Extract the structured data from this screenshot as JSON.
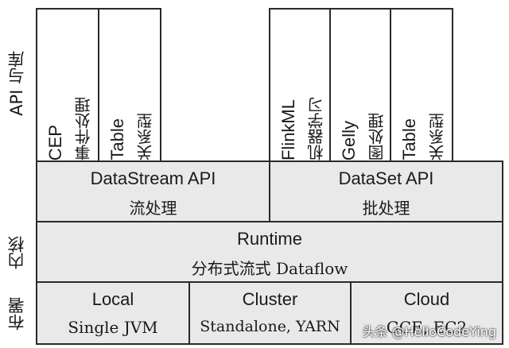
{
  "side_labels": {
    "api": "API 与库",
    "core": "内核",
    "deploy": "布署"
  },
  "libraries": {
    "cep": {
      "en": "CEP",
      "zh": "事件处理"
    },
    "table1": {
      "en": "Table",
      "zh": "关系型"
    },
    "flinkml": {
      "en": "FlinkML",
      "zh": "机器学习"
    },
    "gelly": {
      "en": "Gelly",
      "zh": "图处理"
    },
    "table2": {
      "en": "Table",
      "zh": "关系型"
    }
  },
  "apis": {
    "datastream": {
      "en": "DataStream API",
      "zh": "流处理"
    },
    "dataset": {
      "en": "DataSet API",
      "zh": "批处理"
    }
  },
  "runtime": {
    "en": "Runtime",
    "zh": "分布式流式 Dataflow"
  },
  "deploy": {
    "local": {
      "en": "Local",
      "zh": "Single JVM"
    },
    "cluster": {
      "en": "Cluster",
      "zh": "Standalone, YARN"
    },
    "cloud": {
      "en": "Cloud",
      "zh": "GCE, EC2"
    }
  },
  "watermark": "头条 @HelloCodeYing"
}
